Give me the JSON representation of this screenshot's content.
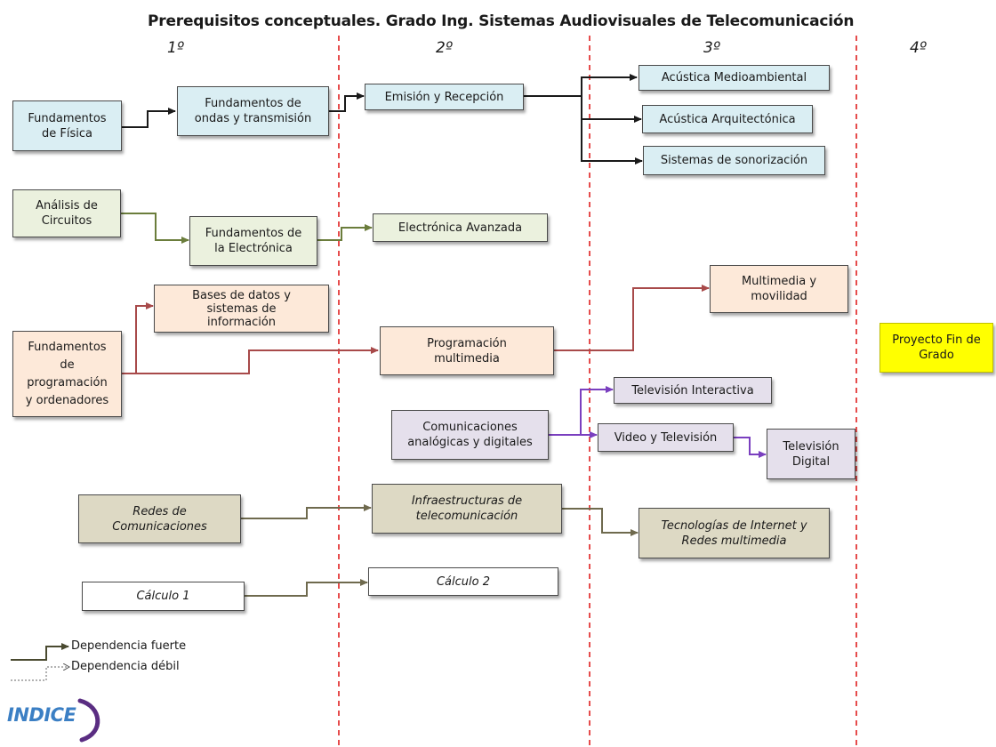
{
  "title": "Prerequisitos conceptuales. Grado Ing. Sistemas Audiovisuales de Telecomunicación",
  "years": [
    "1º",
    "2º",
    "3º",
    "4º"
  ],
  "courses": {
    "fundamentos_fisica": "Fundamentos\nde Física",
    "fundamentos_ondas": "Fundamentos de\nondas y transmisión",
    "emision_recepcion": "Emisión y Recepción",
    "acustica_medioambiental": "Acústica Medioambiental",
    "acustica_arquitectonica": "Acústica Arquitectónica",
    "sistemas_sonorizacion": "Sistemas de sonorización",
    "analisis_circuitos": "Análisis de\nCircuitos",
    "fundamentos_electronica": "Fundamentos de\nla Electrónica",
    "electronica_avanzada": "Electrónica Avanzada",
    "bases_datos": "Bases de datos y\nsistemas de\ninformación",
    "multimedia_movilidad": "Multimedia y\nmovilidad",
    "fundamentos_programacion": "Fundamentos\nde\nprogramación\ny ordenadores",
    "programacion_multimedia": "Programación\nmultimedia",
    "proyecto_fin": "Proyecto Fin de\nGrado",
    "television_interactiva": "Televisión Interactiva",
    "comunicaciones": "Comunicaciones\nanalógicas y digitales",
    "video_television": "Video y Televisión",
    "television_digital": "Televisión\nDigital",
    "redes_comunicaciones": "Redes de\nComunicaciones",
    "infraestructuras": "Infraestructuras de\ntelecomunicación",
    "tecnologias_internet": "Tecnologías de Internet y\nRedes multimedia",
    "calculo1": "Cálculo 1",
    "calculo2": "Cálculo 2"
  },
  "legend": {
    "strong": "Dependencia  fuerte",
    "weak": "Dependencia  débil"
  },
  "nav": {
    "indice": "INDICE"
  },
  "colors": {
    "year_divider": "#e02020",
    "acoustics_arrow": "#1a1a1a",
    "electronics_arrow": "#6b7d3c",
    "programming_arrow": "#a84a4a",
    "video_arrow": "#7a3fbf",
    "networks_arrow": "#6f6a4e",
    "index_link": "#3b7fc4"
  }
}
